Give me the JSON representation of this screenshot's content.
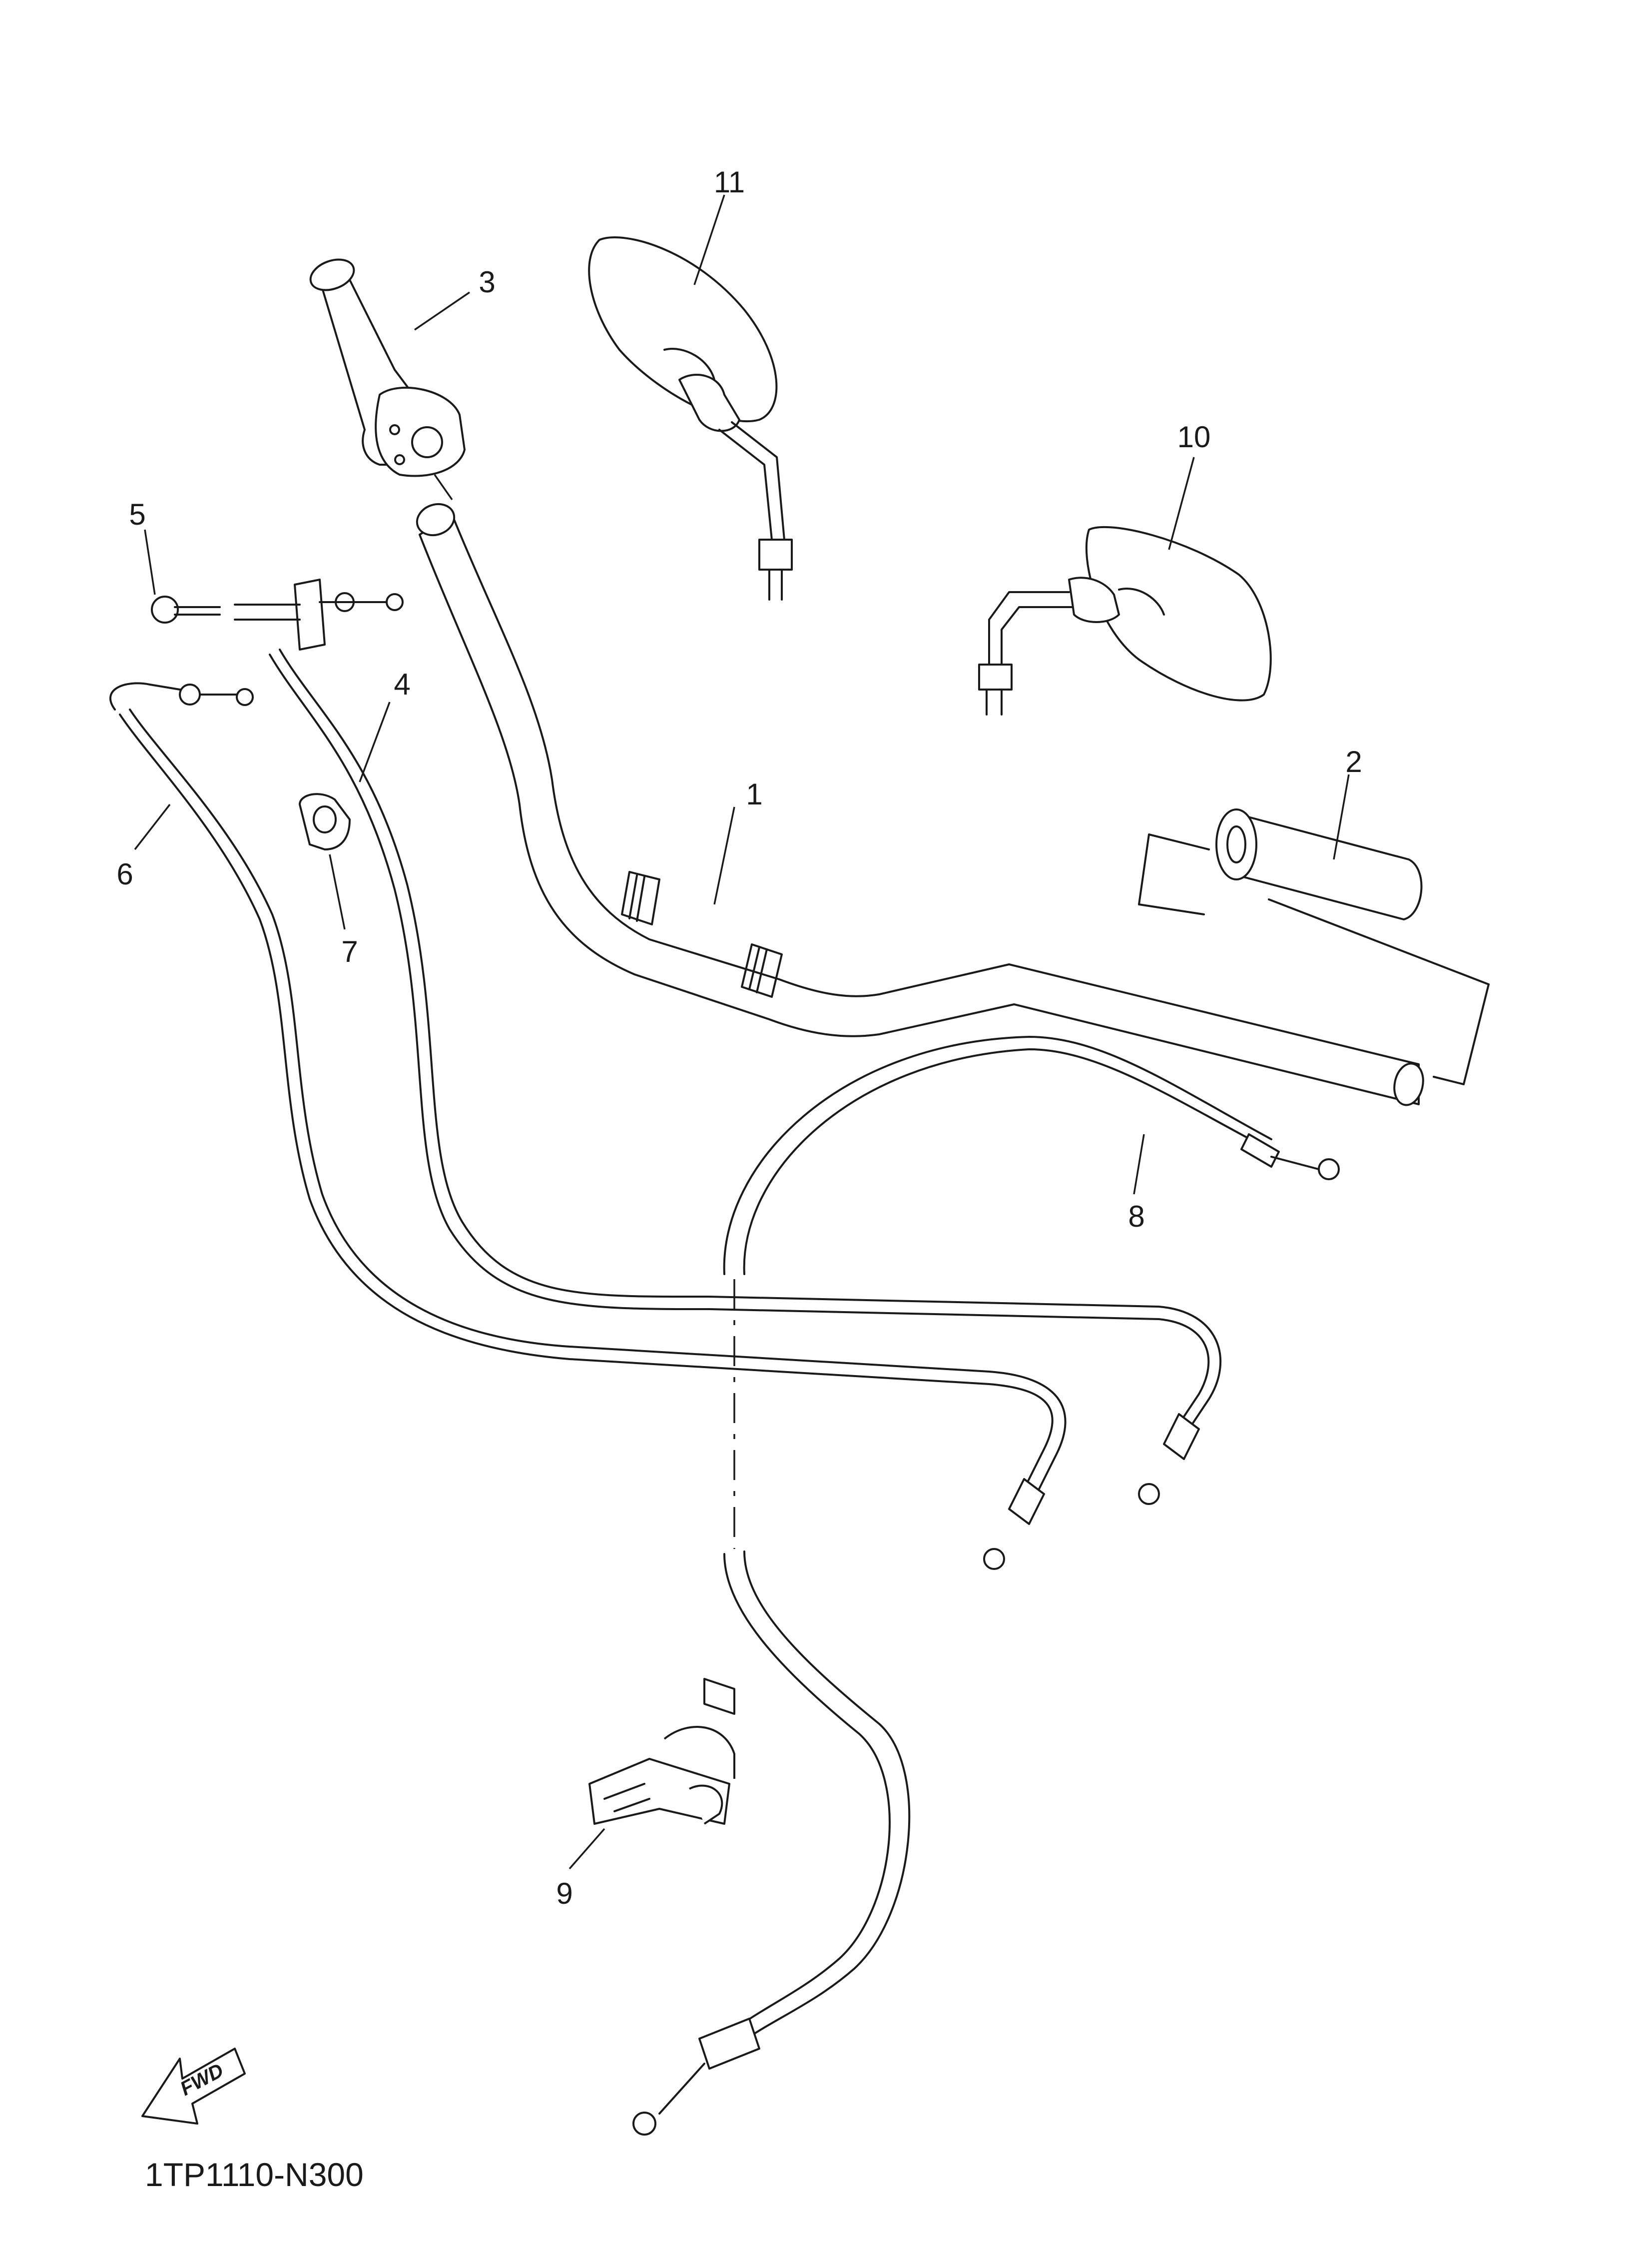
{
  "diagram": {
    "code": "1TP1110-N300",
    "fwd_label": "FWD",
    "callouts": [
      {
        "id": "1",
        "text": "1"
      },
      {
        "id": "2",
        "text": "2"
      },
      {
        "id": "3",
        "text": "3"
      },
      {
        "id": "4",
        "text": "4"
      },
      {
        "id": "5",
        "text": "5"
      },
      {
        "id": "6",
        "text": "6"
      },
      {
        "id": "7",
        "text": "7"
      },
      {
        "id": "8",
        "text": "8"
      },
      {
        "id": "9",
        "text": "9"
      },
      {
        "id": "10",
        "text": "10"
      },
      {
        "id": "11",
        "text": "11"
      }
    ]
  }
}
